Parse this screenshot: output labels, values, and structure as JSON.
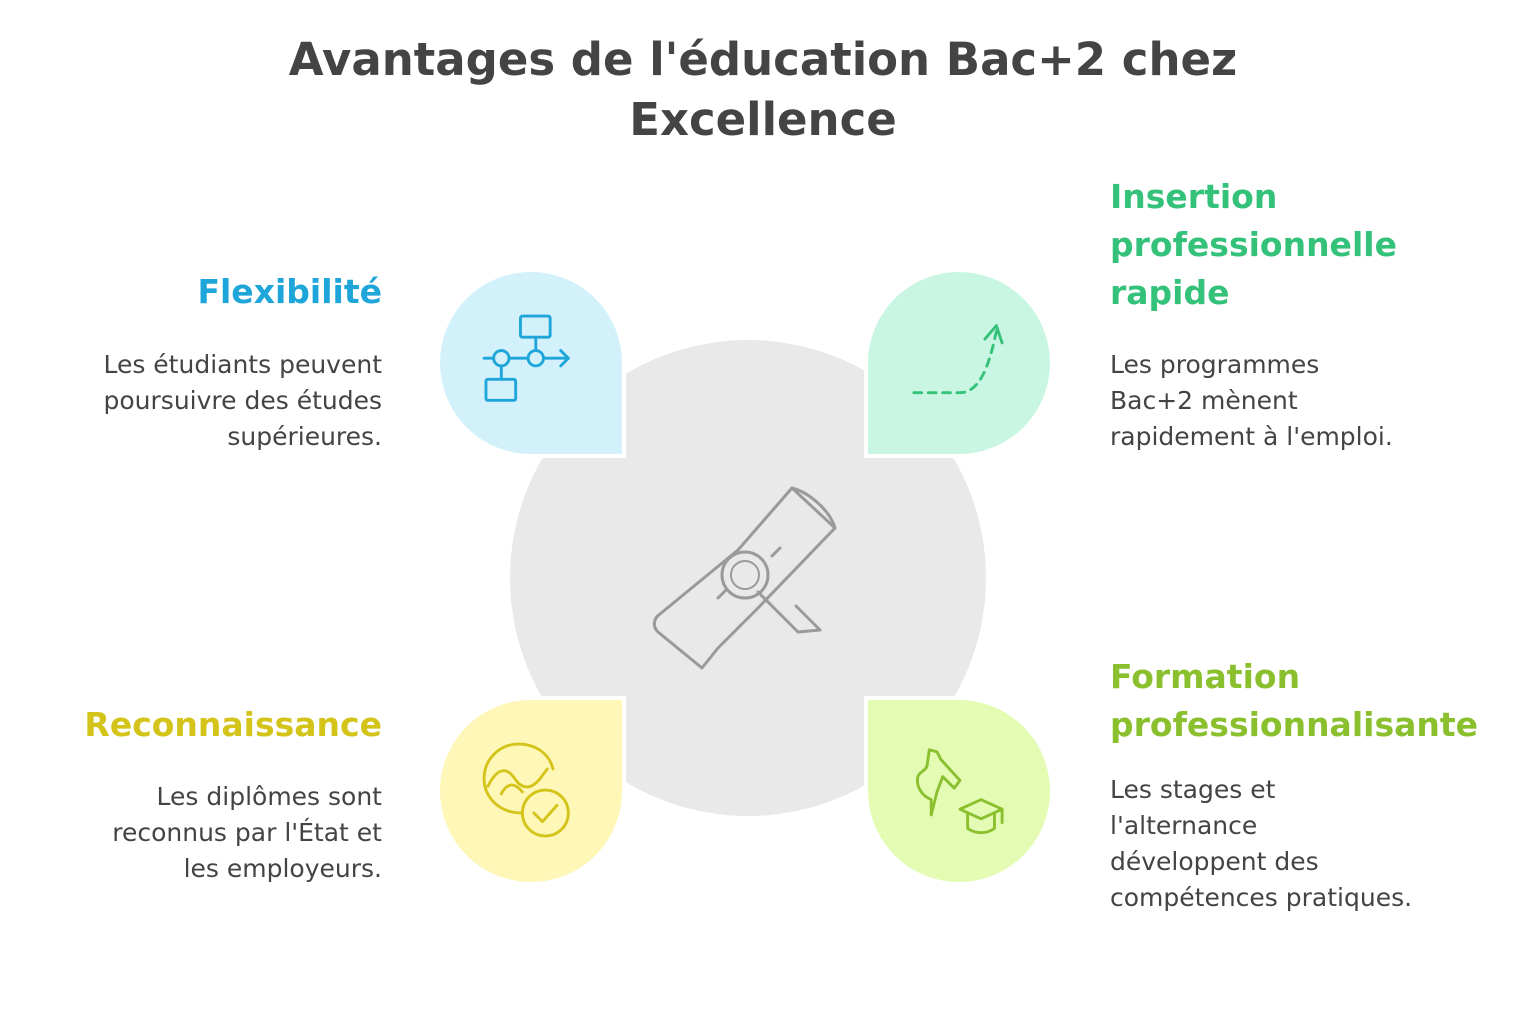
{
  "title": {
    "line1": "Avantages de l'éducation Bac+2 chez",
    "line2": "Excellence"
  },
  "colors": {
    "center": "#e9e9e9",
    "flexibilite": "#1ea5d9",
    "insertion": "#34c27a",
    "reconnaissance": "#d4c41a",
    "formation": "#8abf2e"
  },
  "center": {
    "icon": "diploma-icon"
  },
  "blocks": {
    "flexibilite": {
      "title": "Flexibilité",
      "icon": "flowchart-icon",
      "lines": [
        "Les étudiants peuvent",
        "poursuivre des études",
        "supérieures."
      ]
    },
    "insertion": {
      "title_lines": [
        "Insertion",
        "professionnelle",
        "rapide"
      ],
      "icon": "rising-arrow-icon",
      "lines": [
        "Les programmes",
        "Bac+2 mènent",
        "rapidement à l'emploi."
      ]
    },
    "reconnaissance": {
      "title": "Reconnaissance",
      "icon": "certified-check-icon",
      "lines": [
        "Les diplômes sont",
        "reconnus par l'État et",
        "les employeurs."
      ]
    },
    "formation": {
      "title_lines": [
        "Formation",
        "professionnalisante"
      ],
      "icon": "graduate-hat-icon",
      "lines": [
        "Les stages et",
        "l'alternance",
        "développent des",
        "compétences pratiques."
      ]
    }
  }
}
